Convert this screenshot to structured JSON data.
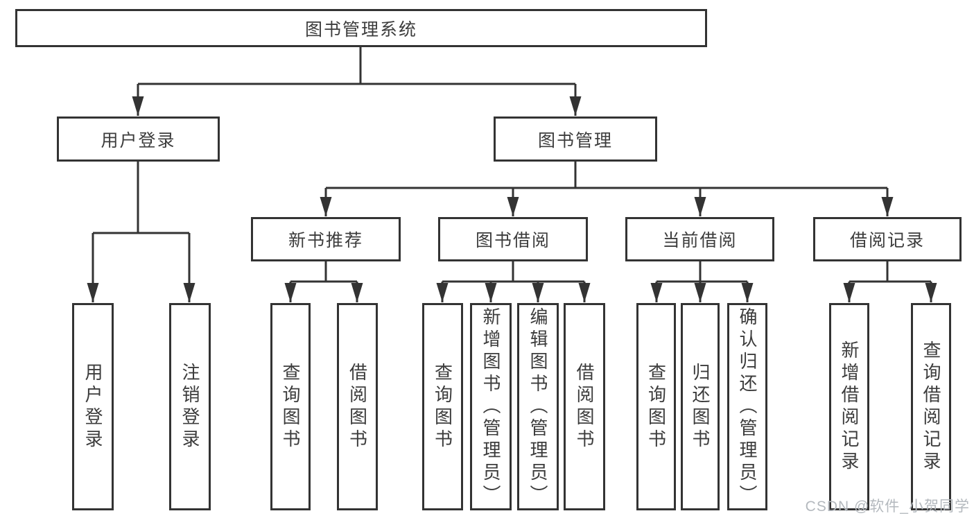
{
  "nodes": {
    "root": "图书管理系统",
    "user_login": "用户登录",
    "book_mgmt": "图书管理",
    "new_books": "新书推荐",
    "book_borrow": "图书借阅",
    "current_borrow": "当前借阅",
    "borrow_records": "借阅记录"
  },
  "leaves": {
    "user_login": [
      "用户登录",
      "注销登录"
    ],
    "new_books": [
      "查询图书",
      "借阅图书"
    ],
    "book_borrow": [
      "查询图书",
      "新增图书（管理员）",
      "编辑图书（管理员）",
      "借阅图书"
    ],
    "current_borrow": [
      "查询图书",
      "归还图书",
      "确认归还（管理员）"
    ],
    "borrow_records": [
      "新增借阅记录",
      "查询借阅记录"
    ]
  },
  "watermark": "CSDN @软件_小贺同学",
  "colors": {
    "line": "#333333",
    "text": "#3c3c3c",
    "watermark": "#b4b9be"
  }
}
